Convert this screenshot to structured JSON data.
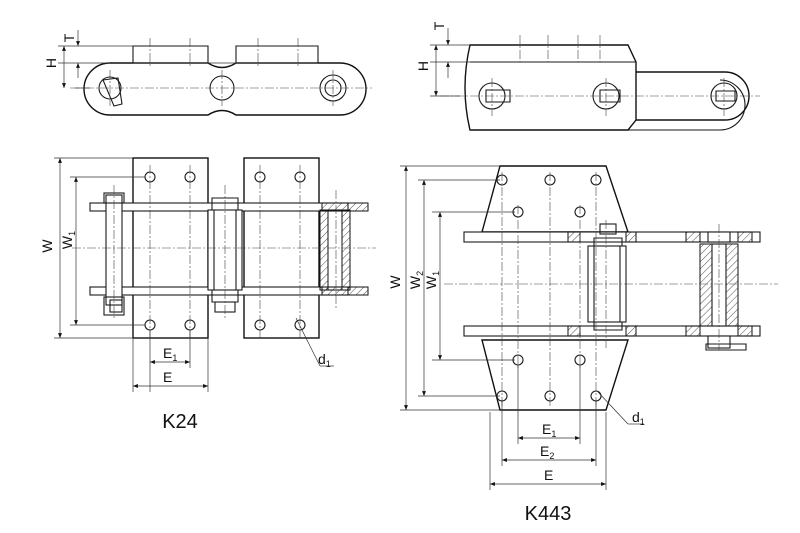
{
  "diagram": {
    "left_model": "K24",
    "right_model": "K443",
    "dimensions": {
      "T": "T",
      "H": "H",
      "W": "W",
      "W1_base": "W",
      "W2_base": "W",
      "E": "E",
      "E1_base": "E",
      "E2_base": "E",
      "d1_base": "d",
      "sub_1": "1",
      "sub_2": "2"
    }
  }
}
